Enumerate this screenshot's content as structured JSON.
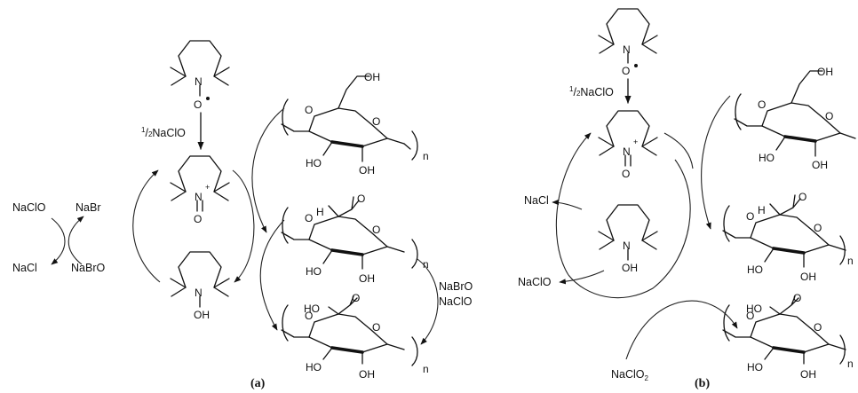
{
  "atoms": {
    "N": "N",
    "O": "O",
    "OH": "OH",
    "HO": "HO",
    "H": "H",
    "n": "n",
    "plus": "+"
  },
  "panel_a": {
    "caption": "(a)",
    "reagents": {
      "half_naclo_prefix": "1",
      "half_naclo_mid": "/",
      "half_naclo_den": "2",
      "half_naclo": "NaClO",
      "naclo": "NaClO",
      "nabr": "NaBr",
      "nacl": "NaCl",
      "nabro": "NaBrO",
      "nabro_right": "NaBrO",
      "naclo_right": "NaClO"
    }
  },
  "panel_b": {
    "caption": "(b)",
    "reagents": {
      "half_naclo_prefix": "1",
      "half_naclo_mid": "/",
      "half_naclo_den": "2",
      "half_naclo": "NaClO",
      "nacl": "NaCl",
      "naclo": "NaClO",
      "naclo2": "NaClO",
      "naclo2_sub": "2"
    }
  }
}
